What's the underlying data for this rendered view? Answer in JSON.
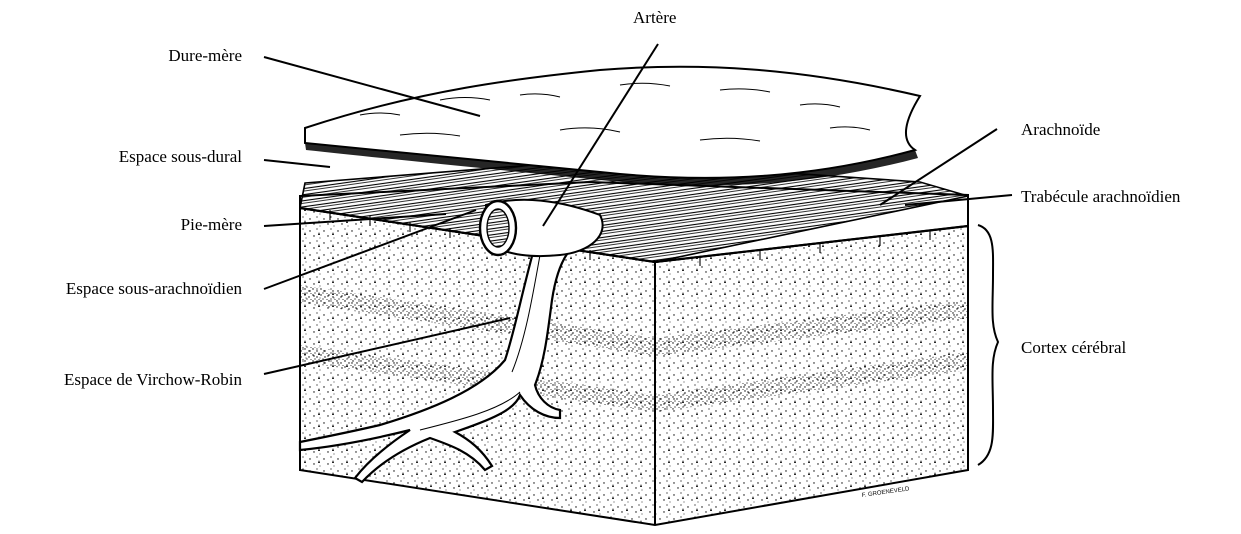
{
  "diagram": {
    "labels": {
      "artere": "Artère",
      "dure_mere": "Dure-mère",
      "espace_sous_dural": "Espace sous-dural",
      "pie_mere": "Pie-mère",
      "espace_sous_arachnoidien": "Espace sous-arachnoïdien",
      "espace_virchow_robin": "Espace de Virchow-Robin",
      "arachnoide": "Arachnoïde",
      "trabecule_arachnoidien": "Trabécule arachnoïdien",
      "cortex_cerebral": "Cortex cérébral"
    },
    "signature": "F. GROENEVELD"
  }
}
